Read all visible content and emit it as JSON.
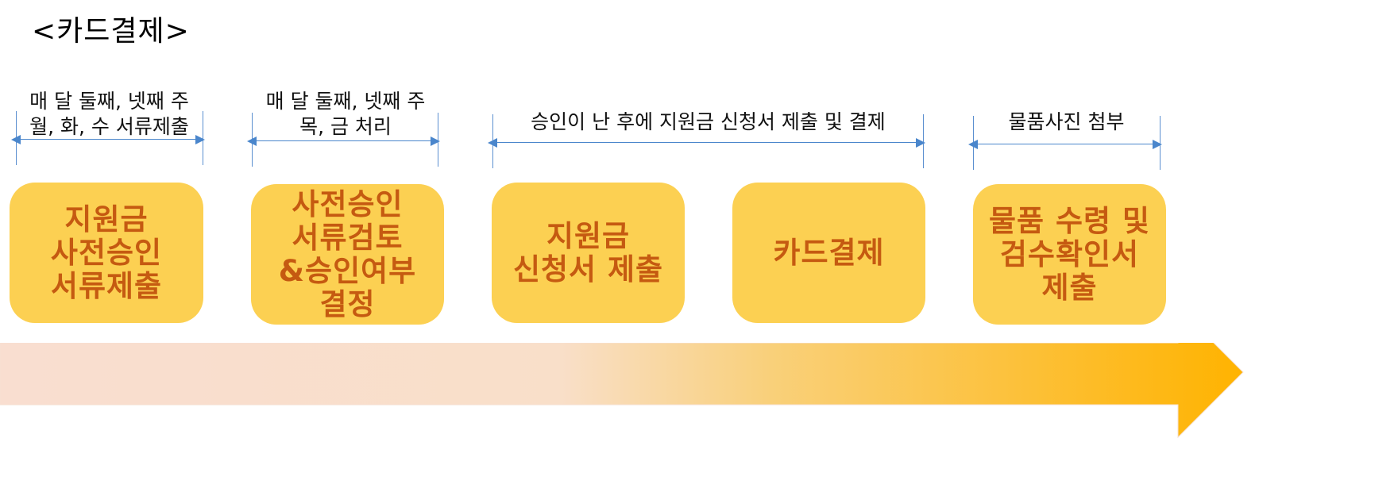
{
  "title": "<카드결제>",
  "annotations": [
    {
      "text": "매 달 둘째, 넷째 주\n월, 화, 수 서류제출"
    },
    {
      "text": "매 달 둘째, 넷째 주\n목, 금 처리"
    },
    {
      "text": "승인이 난 후에 지원금 신청서 제출 및 결제"
    },
    {
      "text": "물품사진 첨부"
    }
  ],
  "steps": [
    {
      "label": "지원금\n사전승인\n서류제출"
    },
    {
      "label": "사전승인\n서류검토\n&승인여부\n결정"
    },
    {
      "label": "지원금\n신청서 제출"
    },
    {
      "label": "카드결제"
    },
    {
      "label": "물품 수령 및\n검수확인서\n제출"
    }
  ],
  "colors": {
    "box_fill": "#fcd052",
    "box_text": "#c55a11",
    "annotation_arrow": "#4a86cc",
    "flow_arrow_start": "#f9ded0",
    "flow_arrow_end": "#ffb300"
  }
}
